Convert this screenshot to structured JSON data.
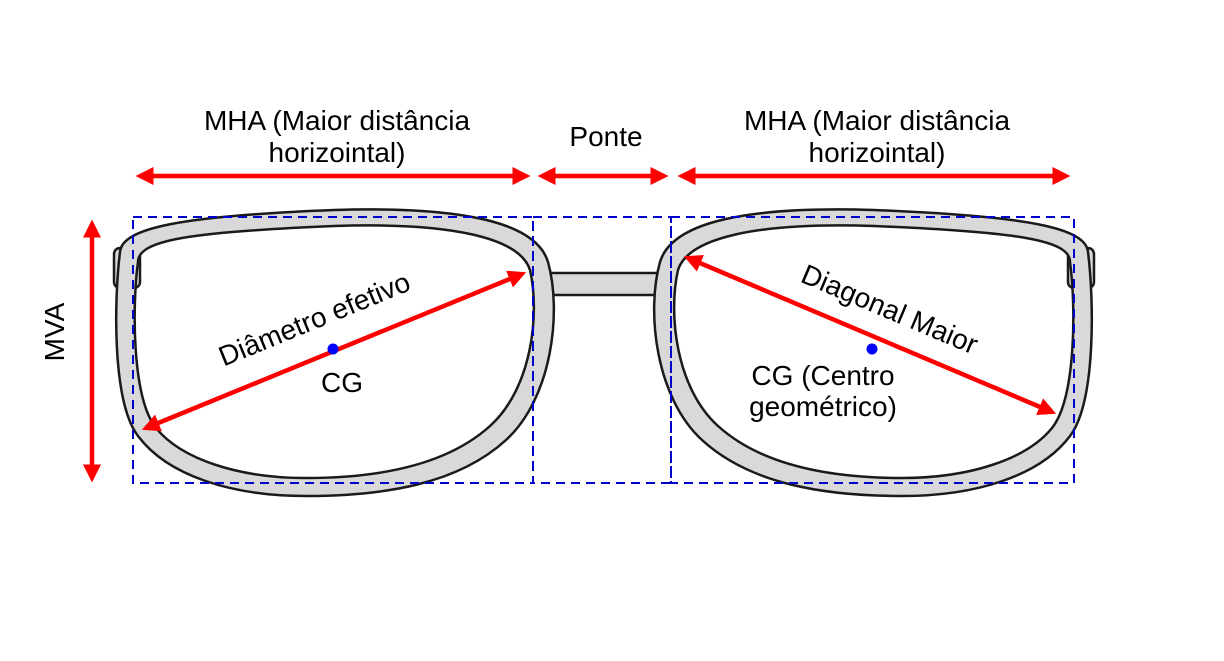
{
  "labels": {
    "mha_left_line1": "MHA (Maior distância",
    "mha_left_line2": "horizointal)",
    "ponte": "Ponte",
    "mha_right_line1": "MHA (Maior distância",
    "mha_right_line2": "horizointal)",
    "mva": "MVA",
    "diametro_efetivo": "Diâmetro efetivo",
    "cg": "CG",
    "diagonal_maior": "Diagonal Maior",
    "cg_full_line1": "CG (Centro",
    "cg_full_line2": "geométrico)"
  },
  "colors": {
    "arrow": "#ff0000",
    "frame_fill": "#d9d9d9",
    "frame_stroke": "#1a1a1a",
    "box_dash": "#0000cc",
    "center_dot": "#0000ff",
    "text": "#000000"
  }
}
